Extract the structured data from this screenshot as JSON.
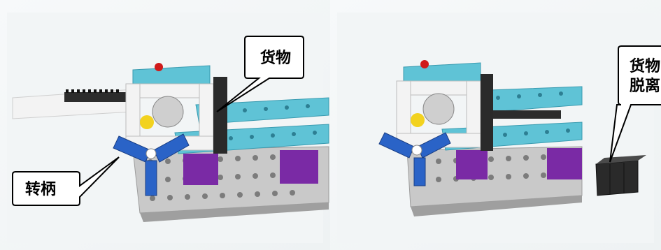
{
  "left_panel": {
    "callout_top": "货物",
    "callout_bottom": "转柄"
  },
  "right_panel": {
    "callout_line1": "货物",
    "callout_line2": "脱离"
  },
  "colors": {
    "lego_cyan": "#5fc3d6",
    "lego_blue": "#2a63c7",
    "lego_purple": "#7a2aa5",
    "lego_gray": "#b9b9b9",
    "lego_white": "#f2f2f2",
    "lego_black": "#2a2a2a",
    "lego_yellow": "#f2d21f",
    "lego_red": "#d01b1b"
  }
}
